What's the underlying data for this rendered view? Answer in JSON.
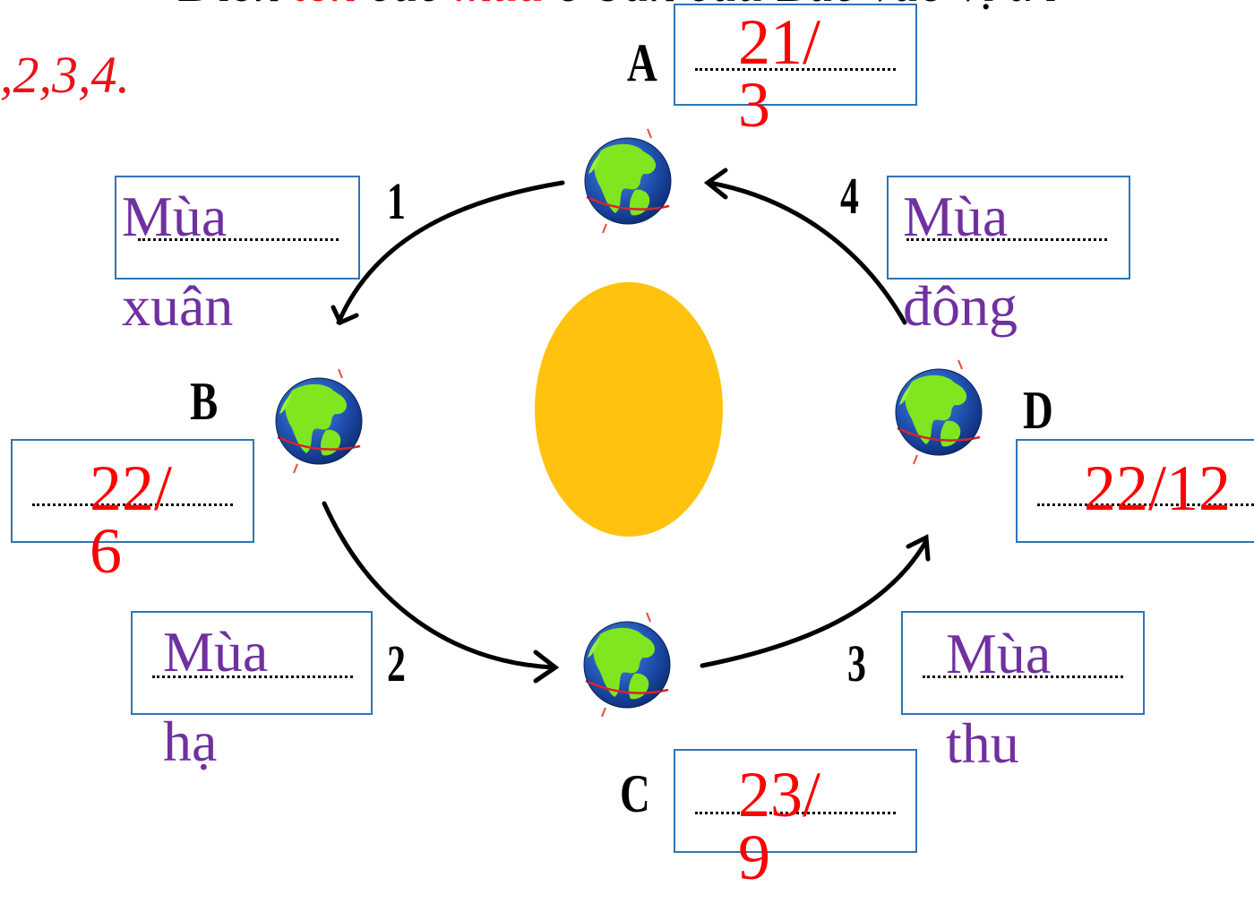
{
  "header": {
    "line1_a": "Điền ",
    "line1_tên": "tên",
    "line1_b": " các ",
    "line1_mùa": "mùa",
    "line1_c": " ở bán cầu Bắc vào vị trí",
    "line2": ",2,3,4."
  },
  "positions": {
    "A": {
      "label": "A",
      "date": "21/\n3"
    },
    "B": {
      "label": "B",
      "date": "22/\n6"
    },
    "C": {
      "label": "C",
      "date": "23/\n9"
    },
    "D": {
      "label": "D",
      "date": "22/12"
    }
  },
  "seasons": {
    "1": {
      "num": "1",
      "answer": "Mùa\nxuân"
    },
    "2": {
      "num": "2",
      "answer": "Mùa\nhạ"
    },
    "3": {
      "num": "3",
      "answer": "Mùa\nthu"
    },
    "4": {
      "num": "4",
      "answer": "Mùa\nđông"
    }
  },
  "colors": {
    "sun": "#ffc30f",
    "box_border": "#2e75b6",
    "season_text": "#7030a0",
    "date_text": "#ff0000",
    "ocean": "#1f4fae",
    "land": "#7fe620"
  },
  "icons": [
    "earth-globe-icon",
    "sun-icon",
    "orbit-arrow"
  ]
}
